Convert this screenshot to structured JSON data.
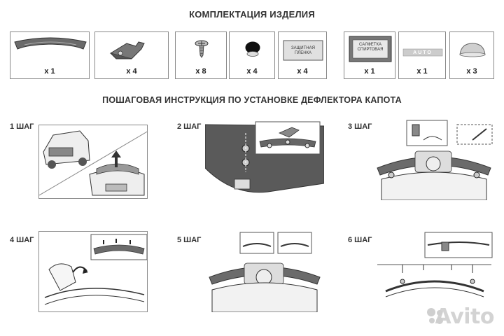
{
  "kit_title": "КОМПЛЕКТАЦИЯ ИЗДЕЛИЯ",
  "kit_items": [
    {
      "icon": "deflector-icon",
      "qty": "x 1"
    },
    {
      "icon": "mounting-clip-icon",
      "qty": "x 4"
    },
    {
      "icon": "screw-icon",
      "qty": "x 8"
    },
    {
      "icon": "rubber-washer-icon",
      "qty": "x 4"
    },
    {
      "icon": "protective-film-icon",
      "qty": "x 4",
      "label": "ЗАЩИТНАЯ ПЛЕНКА"
    },
    {
      "icon": "alcohol-wipe-icon",
      "qty": "x 1",
      "label": "САЛФЕТКА СПИРТОВАЯ"
    },
    {
      "icon": "logo-sticker-icon",
      "qty": "x 1",
      "label": "AUTO"
    },
    {
      "icon": "bumper-pad-icon",
      "qty": "x 3"
    }
  ],
  "steps_title": "ПОШАГОВАЯ ИНСТРУКЦИЯ ПО УСТАНОВКЕ ДЕФЛЕКТОРА КАПОТА",
  "steps": [
    "1 ШАГ",
    "2 ШАГ",
    "3 ШАГ",
    "4 ШАГ",
    "5 ШАГ",
    "6 ШАГ"
  ],
  "watermark": "Avito"
}
